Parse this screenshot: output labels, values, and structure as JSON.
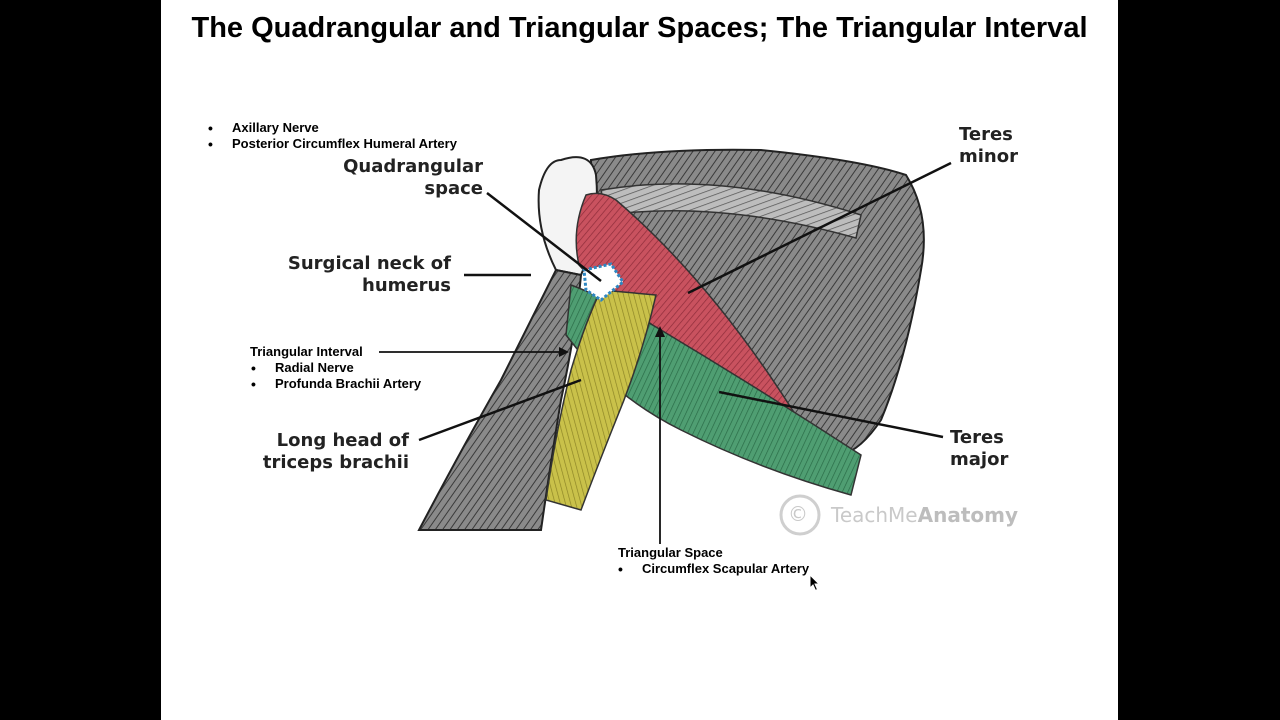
{
  "title": "The Quadrangular and Triangular Spaces; The Triangular Interval",
  "quadrangular_contents": [
    "Axillary Nerve",
    "Posterior Circumflex Humeral Artery"
  ],
  "triangular_interval": {
    "heading": "Triangular Interval",
    "contents": [
      "Radial Nerve",
      "Profunda Brachii Artery"
    ]
  },
  "triangular_space": {
    "heading": "Triangular Space",
    "contents": [
      "Circumflex Scapular Artery"
    ]
  },
  "labels": {
    "quadrangular_1": "Quadrangular",
    "quadrangular_2": "space",
    "surgical_neck_1": "Surgical neck of",
    "surgical_neck_2": "humerus",
    "long_head_1": "Long head of",
    "long_head_2": "triceps brachii",
    "teres_minor_1": "Teres",
    "teres_minor_2": "minor",
    "teres_major_1": "Teres",
    "teres_major_2": "major"
  },
  "watermark": {
    "symbol": "©",
    "prefix": "TeachMe",
    "brand": "Anatomy"
  },
  "colors": {
    "teres_minor": "#c9525f",
    "teres_major": "#4f9e72",
    "triceps_long_head": "#c9c14a",
    "quadrangular_space": "#2e86c1",
    "muscle_gray": "#6b6b6b"
  }
}
